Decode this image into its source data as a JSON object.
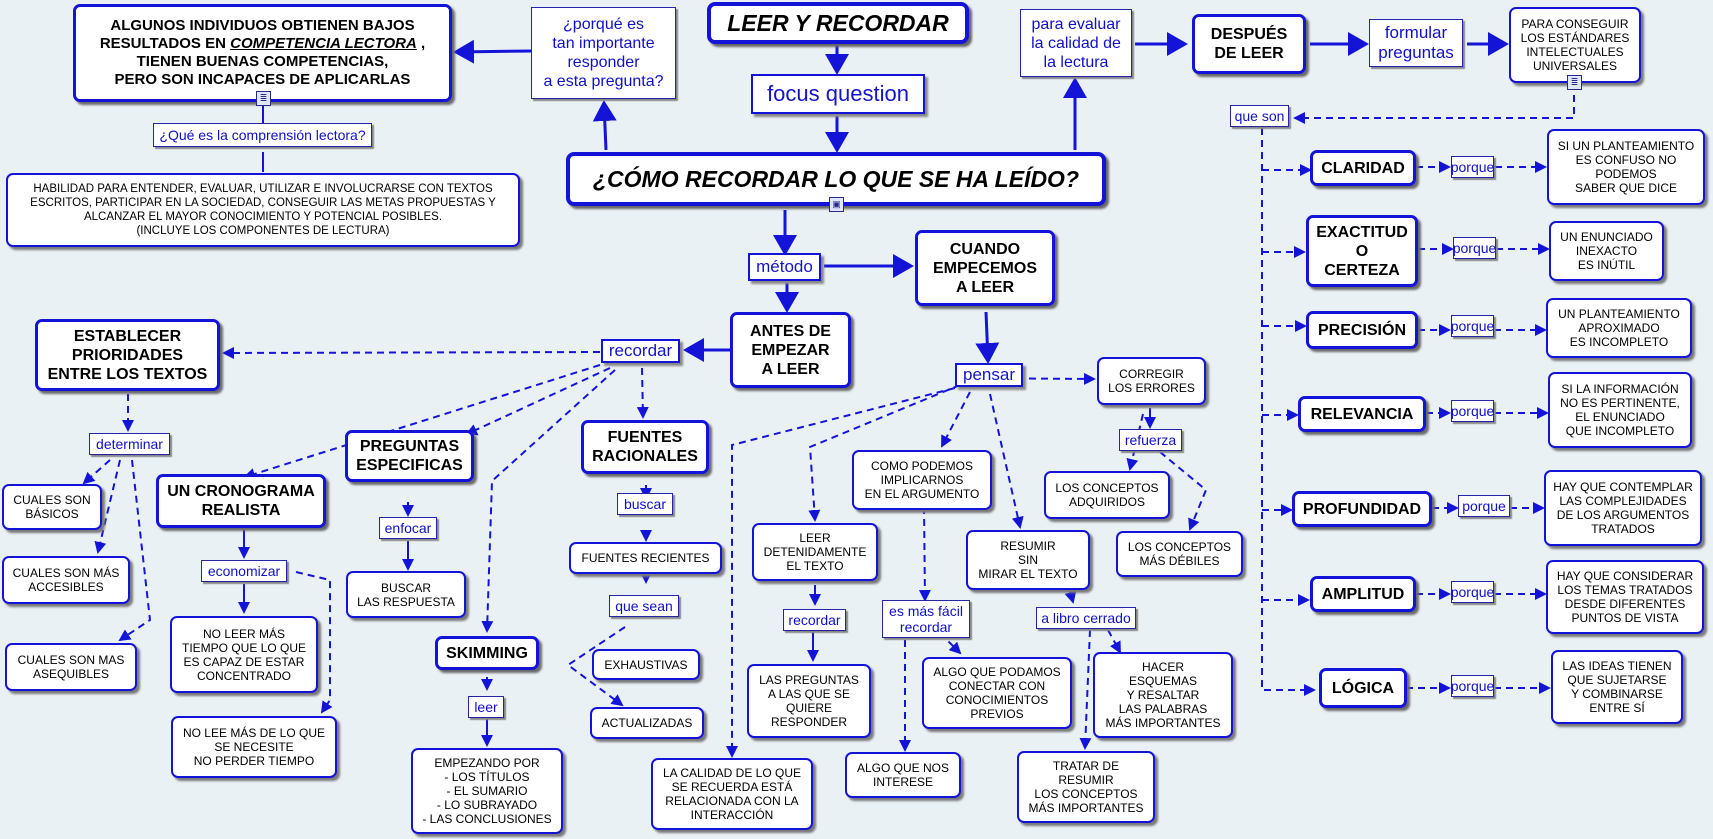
{
  "colors": {
    "line": "#1414d8",
    "background": "#eaf1f5"
  },
  "nodes": {
    "leer_recordar": "LEER Y RECORDAR",
    "focus_question": "focus question",
    "main_question": "¿CÓMO RECORDAR LO QUE SE HA LEÍDO?",
    "porque_importante": "¿porqué es\ntan importante\nresponder\na esta pregunta?",
    "algunos_pre": "ALGUNOS INDIVIDUOS OBTIENEN BAJOS\nRESULTADOS EN ",
    "algunos_emph": "COMPETENCIA LECTORA",
    "algunos_post": " ,\nTIENEN BUENAS COMPETENCIAS,\nPERO SON INCAPACES DE APLICARLAS",
    "que_es_comprension": "¿Qué es la comprensión lectora?",
    "habilidad": "HABILIDAD PARA ENTENDER, EVALUAR, UTILIZAR E INVOLUCRARSE CON TEXTOS\nESCRITOS, PARTICIPAR EN LA SOCIEDAD, CONSEGUIR LAS METAS PROPUESTAS Y\nALCANZAR EL MAYOR CONOCIMIENTO Y POTENCIAL POSIBLES.\n(INCLUYE LOS COMPONENTES DE LECTURA)",
    "para_evaluar": "para evaluar\nla calidad de\nla lectura",
    "despues_leer": "DESPUÉS\nDE LEER",
    "formular_preguntas": "formular\npreguntas",
    "estandares": "PARA CONSEGUIR\nLOS ESTÁNDARES\nINTELECTUALES\nUNIVERSALES",
    "que_son": "que son",
    "metodo": "método",
    "cuando_empecemos": "CUANDO\nEMPECEMOS\nA LEER",
    "antes_empezar": "ANTES DE\nEMPEZAR\nA LEER",
    "recordar_1": "recordar",
    "establecer": "ESTABLECER\nPRIORIDADES\nENTRE LOS TEXTOS",
    "determinar": "determinar",
    "basicos": "CUALES SON\nBÁSICOS",
    "accesibles": "CUALES SON MÁS\nACCESIBLES",
    "asequibles": "CUALES SON MAS\nASEQUIBLES",
    "cronograma": "UN CRONOGRAMA\nREALISTA",
    "economizar": "economizar",
    "no_leer_mas": "NO LEER MÁS\nTIEMPO QUE LO QUE\nES CAPAZ DE ESTAR\nCONCENTRADO",
    "no_lee_mas": "NO LEE MÁS DE LO QUE\nSE NECESITE\nNO PERDER TIEMPO",
    "preguntas_especificas": "PREGUNTAS\nESPECIFICAS",
    "enfocar": "enfocar",
    "buscar_respuesta": "BUSCAR\nLAS RESPUESTA",
    "skimming": "SKIMMING",
    "leer_link": "leer",
    "empezando_por": "EMPEZANDO POR\n- LOS TÍTULOS\n- EL SUMARIO\n- LO SUBRAYADO\n- LAS CONCLUSIONES",
    "fuentes_racionales": "FUENTES\nRACIONALES",
    "buscar_link": "buscar",
    "fuentes_recientes": "FUENTES RECIENTES",
    "que_sean": "que sean",
    "exhaustivas": "EXHAUSTIVAS",
    "actualizadas": "ACTUALIZADAS",
    "pensar": "pensar",
    "corregir": "CORREGIR\nLOS ERRORES",
    "refuerza": "refuerza",
    "conceptos_adquiridos": "LOS CONCEPTOS\nADQUIRIDOS",
    "conceptos_debiles": "LOS CONCEPTOS\nMÁS DÉBILES",
    "como_podemos": "COMO PODEMOS\nIMPLICARNOS\nEN EL ARGUMENTO",
    "es_mas_facil": "es más fácil\nrecordar",
    "algo_conectar": "ALGO QUE PODAMOS\nCONECTAR CON\nCONOCIMIENTOS\nPREVIOS",
    "algo_interese": "ALGO QUE NOS\nINTERESE",
    "leer_detenidamente": "LEER\nDETENIDAMENTE\nEL TEXTO",
    "recordar_2": "recordar",
    "las_preguntas": "LAS PREGUNTAS\nA LAS QUE SE\nQUIERE\nRESPONDER",
    "resumir": "RESUMIR\nSIN\nMIRAR EL TEXTO",
    "libro_cerrado": "a libro cerrado",
    "hacer_esquemas": "HACER\nESQUEMAS\nY RESALTAR\nLAS PALABRAS\nMÁS IMPORTANTES",
    "tratar_resumir": "TRATAR DE\nRESUMIR\nLOS CONCEPTOS\nMÁS IMPORTANTES",
    "calidad_recuerda": "LA CALIDAD DE LO QUE\nSE RECUERDA ESTÁ\nRELACIONADA CON LA\nINTERACCIÓN"
  },
  "standards": [
    {
      "name": "CLARIDAD",
      "link": "porque",
      "reason": "SI UN PLANTEAMIENTO\nES CONFUSO NO\nPODEMOS\nSABER QUE DICE"
    },
    {
      "name": "EXACTITUD\nO\nCERTEZA",
      "link": "porque",
      "reason": "UN ENUNCIADO\nINEXACTO\nES INÚTIL"
    },
    {
      "name": "PRECISIÓN",
      "link": "porque",
      "reason": "UN PLANTEAMIENTO\nAPROXIMADO\nES INCOMPLETO"
    },
    {
      "name": "RELEVANCIA",
      "link": "porque",
      "reason": "SI LA INFORMACIÓN\nNO ES PERTINENTE,\nEL ENUNCIADO\nQUE INCOMPLETO"
    },
    {
      "name": "PROFUNDIDAD",
      "link": "porque",
      "reason": "HAY QUE CONTEMPLAR\nLAS COMPLEJIDADES\nDE LOS ARGUMENTOS\nTRATADOS"
    },
    {
      "name": "AMPLITUD",
      "link": "porque",
      "reason": "HAY QUE CONSIDERAR\nLOS TEMAS TRATADOS\nDESDE DIFERENTES\nPUNTOS DE VISTA"
    },
    {
      "name": "LÓGICA",
      "link": "porque",
      "reason": "LAS IDEAS TIENEN\nQUE SUJETARSE\nY COMBINARSE\nENTRE SÍ"
    }
  ]
}
